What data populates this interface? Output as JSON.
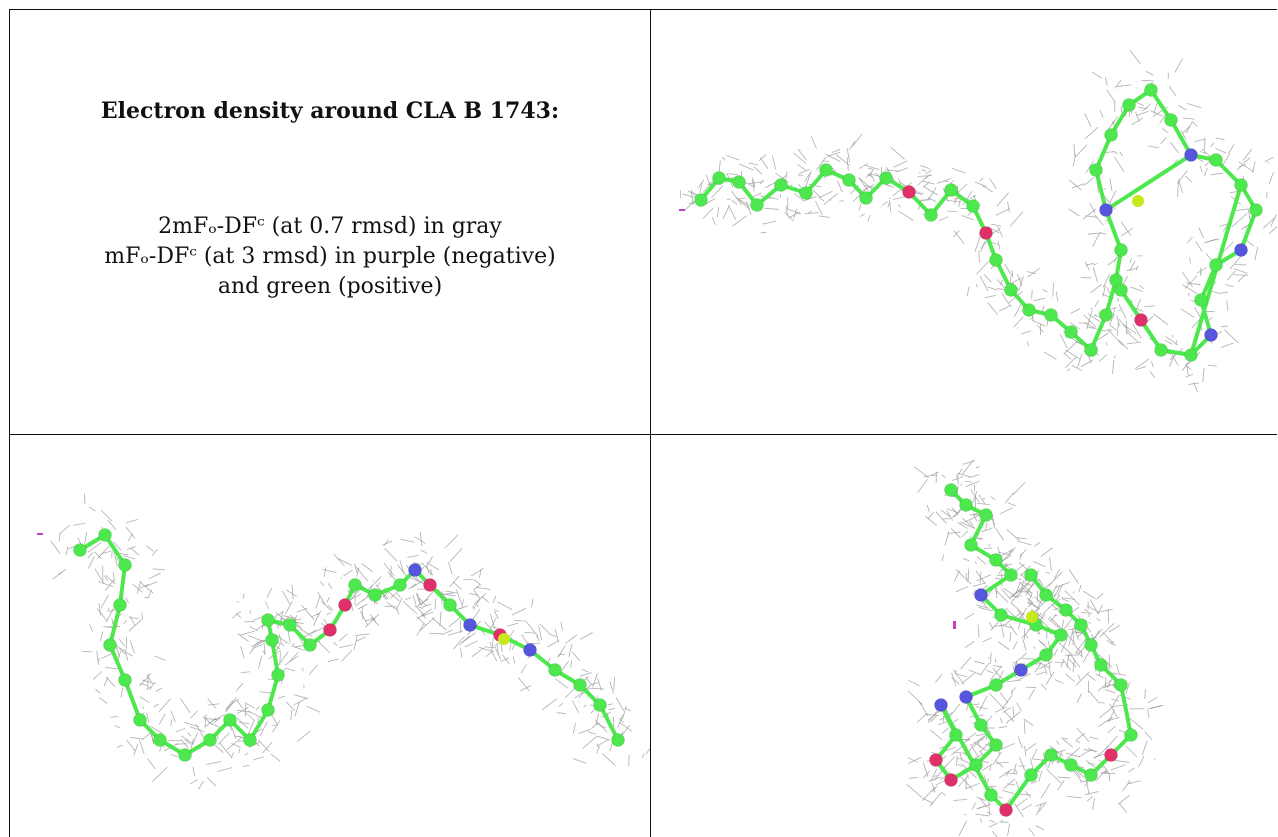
{
  "caption": {
    "title": "Electron density around CLA B 1743:",
    "line1": "2mFₒ-DFᶜ (at 0.7 rmsd) in gray",
    "line2": "mFₒ-DFᶜ (at 3 rmsd) in purple (negative)",
    "line3": "and green (positive)"
  },
  "panels": [
    {
      "id": "view-1",
      "view": "front"
    },
    {
      "id": "view-2",
      "view": "side"
    },
    {
      "id": "view-3",
      "view": "edge-on"
    }
  ],
  "colors": {
    "carbon": "#4de84d",
    "nitrogen": "#5555dd",
    "oxygen": "#e0306a",
    "magnesium": "#c8e81a",
    "mesh": "#9a9a9a",
    "negative_density": "#c040c0",
    "border": "#111111"
  }
}
